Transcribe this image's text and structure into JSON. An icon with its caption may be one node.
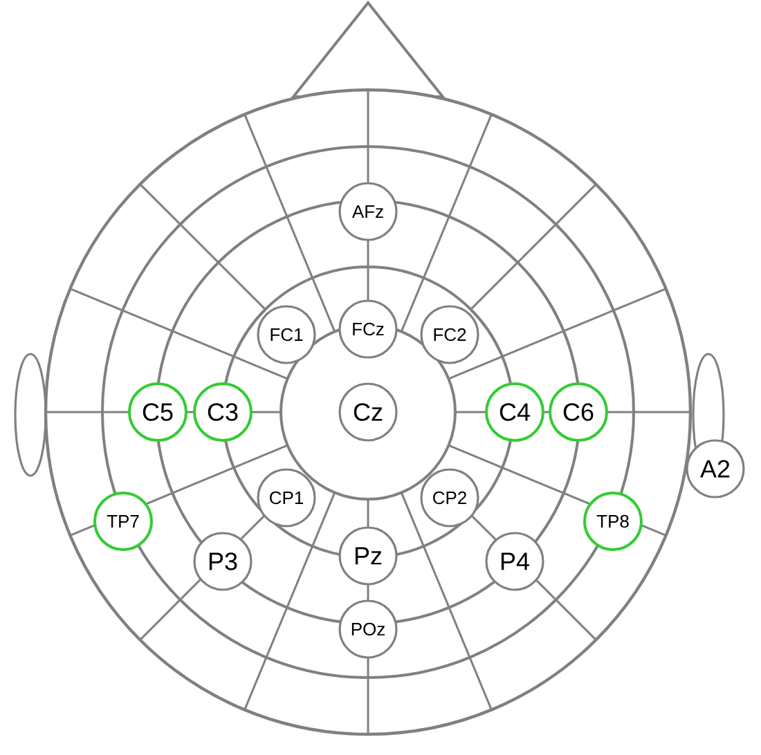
{
  "diagram": {
    "nodes": [
      {
        "text": [
          "AFz"
        ]
      },
      {
        "text": [
          "FC1"
        ]
      },
      {
        "text": [
          "FCz"
        ]
      },
      {
        "text": [
          "FC2"
        ]
      },
      {
        "text": [
          "C5"
        ]
      },
      {
        "text": [
          "C3"
        ]
      },
      {
        "text": [
          "Cz"
        ]
      },
      {
        "text": [
          "C4"
        ]
      },
      {
        "text": [
          "C6"
        ]
      },
      {
        "text": [
          "A2"
        ]
      },
      {
        "text": [
          "TP7"
        ]
      },
      {
        "text": [
          "CP1"
        ]
      },
      {
        "text": [
          "CP2"
        ]
      },
      {
        "text": [
          "TP8"
        ]
      },
      {
        "text": [
          "P3"
        ]
      },
      {
        "text": [
          "Pz"
        ]
      },
      {
        "text": [
          "P4"
        ]
      },
      {
        "text": [
          "POz"
        ]
      }
    ]
  }
}
